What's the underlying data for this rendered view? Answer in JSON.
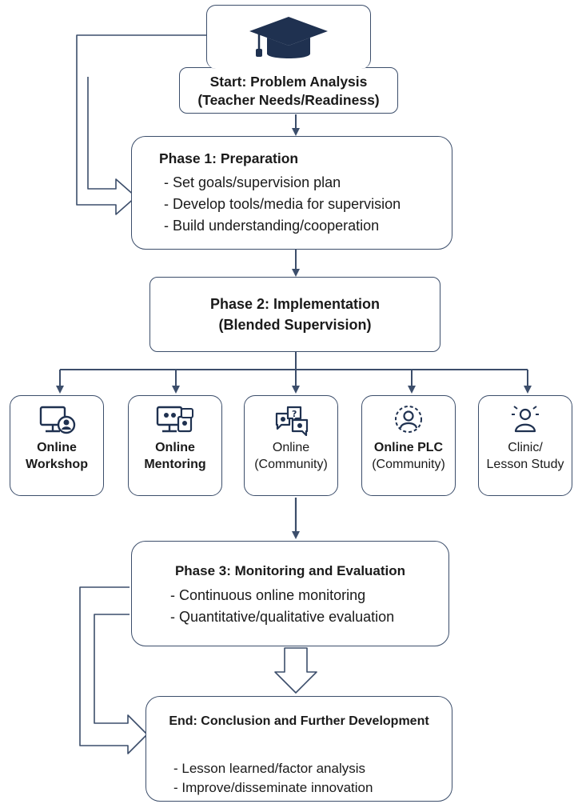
{
  "start": {
    "line1": "Start: Problem Analysis",
    "line2": "(Teacher Needs/Readiness)",
    "icon": "graduation-cap-icon"
  },
  "phase1": {
    "title": "Phase 1: Preparation",
    "bullets": [
      "- Set goals/supervision plan",
      "- Develop tools/media for supervision",
      "- Build understanding/cooperation"
    ]
  },
  "phase2": {
    "line1": "Phase 2: Implementation",
    "line2": "(Blended Supervision)"
  },
  "activities": [
    {
      "line1": "Online",
      "line2": "Workshop",
      "icon": "monitor-person-icon"
    },
    {
      "line1": "Online",
      "line2": "Mentoring",
      "icon": "video-call-icon"
    },
    {
      "line1": "Online",
      "line2": "(Community)",
      "icon": "chat-bubbles-icon"
    },
    {
      "line1": "Online PLC",
      "line2": "(Community)",
      "icon": "community-head-icon"
    },
    {
      "line1": "Clinic/",
      "line2": "Lesson Study",
      "icon": "person-idea-icon"
    }
  ],
  "phase3": {
    "title": "Phase 3: Monitoring and Evaluation",
    "bullets": [
      "- Continuous online monitoring",
      "- Quantitative/qualitative evaluation"
    ]
  },
  "end": {
    "title": "End: Conclusion and Further Development",
    "bullets": [
      "- Lesson learned/factor analysis",
      "- Improve/disseminate innovation"
    ]
  },
  "colors": {
    "stroke": "#3c4e6b",
    "icon": "#1f3150"
  }
}
